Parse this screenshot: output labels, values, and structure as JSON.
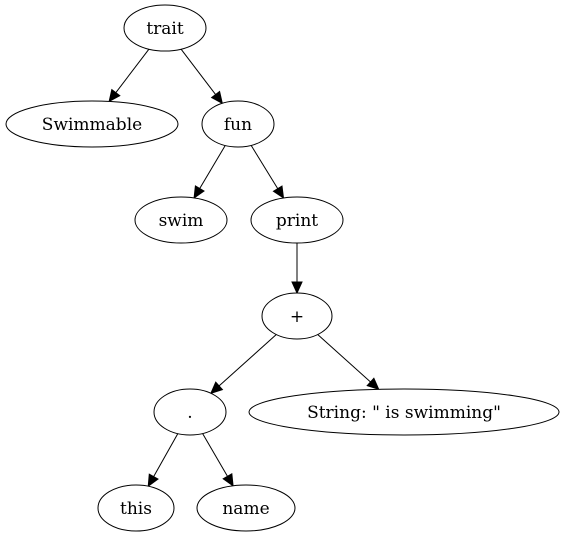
{
  "diagram": {
    "type": "tree",
    "nodes": [
      {
        "id": "trait",
        "label": "trait"
      },
      {
        "id": "swimmable",
        "label": "Swimmable"
      },
      {
        "id": "fun",
        "label": "fun"
      },
      {
        "id": "swim",
        "label": "swim"
      },
      {
        "id": "print",
        "label": "print"
      },
      {
        "id": "plus",
        "label": "+"
      },
      {
        "id": "dot",
        "label": "."
      },
      {
        "id": "string",
        "label": "String: \" is swimming\""
      },
      {
        "id": "this",
        "label": "this"
      },
      {
        "id": "name",
        "label": "name"
      }
    ],
    "edges": [
      {
        "from": "trait",
        "to": "swimmable"
      },
      {
        "from": "trait",
        "to": "fun"
      },
      {
        "from": "fun",
        "to": "swim"
      },
      {
        "from": "fun",
        "to": "print"
      },
      {
        "from": "print",
        "to": "plus"
      },
      {
        "from": "plus",
        "to": "dot"
      },
      {
        "from": "plus",
        "to": "string"
      },
      {
        "from": "dot",
        "to": "this"
      },
      {
        "from": "dot",
        "to": "name"
      }
    ]
  }
}
